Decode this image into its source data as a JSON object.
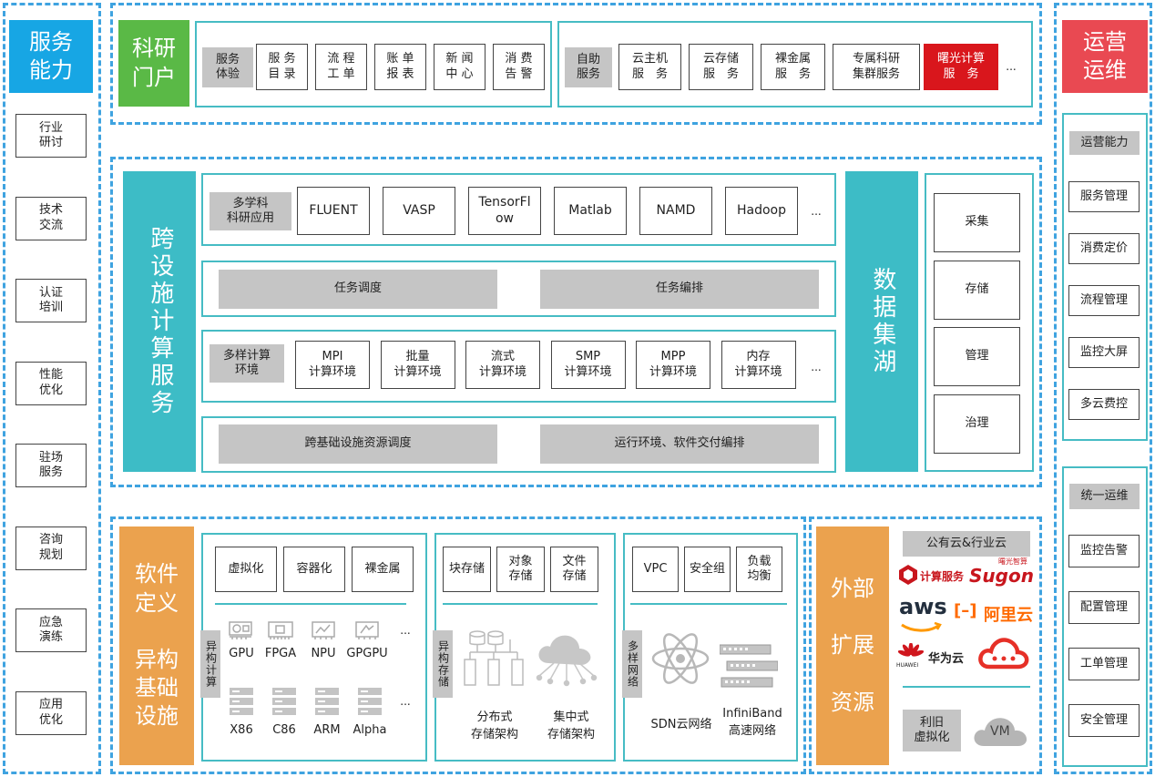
{
  "service": {
    "title": "服务\n能力",
    "items": [
      "行业\n研讨",
      "技术\n交流",
      "认证\n培训",
      "性能\n优化",
      "驻场\n服务",
      "咨询\n规划",
      "应急\n演练",
      "应用\n优化"
    ]
  },
  "portal": {
    "title": "科研\n门户",
    "experience_label": "服务\n体验",
    "experience_items": [
      "服 务\n目 录",
      "流 程\n工 单",
      "账 单\n报 表",
      "新 闻\n中 心",
      "消 费\n告 警"
    ],
    "self_label": "自助\n服务",
    "self_items": [
      "云主机\n服　务",
      "云存储\n服　务",
      "裸金属\n服　务",
      "专属科研\n集群服务"
    ],
    "highlight_item": "曙光计算\n服　务",
    "more": "..."
  },
  "compute": {
    "title": "跨设施计算服务",
    "apps_label": "多学科\n科研应用",
    "apps": [
      "FLUENT",
      "VASP",
      "TensorFl\now",
      "Matlab",
      "NAMD",
      "Hadoop"
    ],
    "more": "...",
    "task_schedule": "任务调度",
    "task_orchestrate": "任务编排",
    "env_label": "多样计算\n环境",
    "envs": [
      "MPI\n计算环境",
      "批量\n计算环境",
      "流式\n计算环境",
      "SMP\n计算环境",
      "MPP\n计算环境",
      "内存\n计算环境"
    ],
    "cross_schedule": "跨基础设施资源调度",
    "runtime": "运行环境、软件交付编排"
  },
  "datalake": {
    "title": "数据集湖",
    "items": [
      "采集",
      "存储",
      "管理",
      "治理"
    ]
  },
  "ops": {
    "title": "运营\n运维",
    "capability_label": "运营能力",
    "capability_items": [
      "服务管理",
      "消费定价",
      "流程管理",
      "监控大屏",
      "多云费控"
    ],
    "unified_label": "统一运维",
    "unified_items": [
      "监控告警",
      "配置管理",
      "工单管理",
      "安全管理"
    ]
  },
  "infra": {
    "title": "软件\n定义\n\n异构\n基础\n设施",
    "virt": [
      "虚拟化",
      "容器化",
      "裸金属"
    ],
    "hetero_label": "异构计算",
    "accel": [
      "GPU",
      "FPGA",
      "NPU",
      "GPGPU"
    ],
    "cpu": [
      "X86",
      "C86",
      "ARM",
      "Alpha"
    ],
    "more": "...",
    "storage": [
      "块存储",
      "对象\n存储",
      "文件\n存储"
    ],
    "storage_label": "异构存储",
    "storage_arch": [
      "分布式\n存储架构",
      "集中式\n存储架构"
    ],
    "network": [
      "VPC",
      "安全组",
      "负载\n均衡"
    ],
    "network_label": "多样网络",
    "network_arch": [
      "SDN云网络",
      "InfiniBand\n高速网络"
    ]
  },
  "external": {
    "title": "外部\n\n扩展\n\n资源",
    "cloud_label": "公有云&行业云",
    "logos": {
      "compute_service": "计算服务",
      "sugon": "Sugon",
      "sugon_cn": "曙光智算",
      "aws": "aws",
      "aliyun": "阿里云",
      "huawei": "华为云",
      "huawei_en": "HUAWEI"
    },
    "reuse_label": "利旧\n虚拟化",
    "vm": "VM"
  },
  "colors": {
    "dash": "#3fa3e0",
    "teal": "#3dbcc6",
    "orange": "#eba24e",
    "blue": "#17a6e4",
    "red": "#e94952",
    "green": "#5ab946",
    "highlight": "#d9161c"
  }
}
